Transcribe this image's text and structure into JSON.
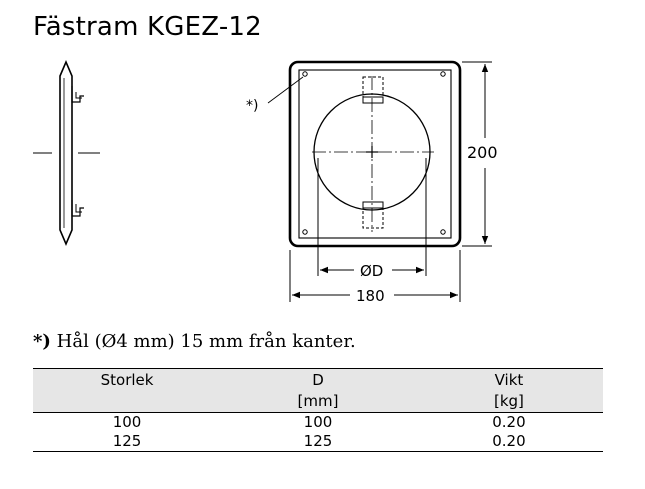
{
  "title": "Fästram KGEZ-12",
  "drawing": {
    "callout": "*)",
    "height_dim": "200",
    "width_dim": "180",
    "diameter_dim": "ØD"
  },
  "note": {
    "mark": "*)",
    "text": " Hål (Ø4 mm) 15 mm från kanter."
  },
  "table": {
    "headers": [
      {
        "label": "Storlek",
        "unit": ""
      },
      {
        "label": "D",
        "unit": "[mm]"
      },
      {
        "label": "Vikt",
        "unit": "[kg]"
      }
    ],
    "rows": [
      [
        "100",
        "100",
        "0.20"
      ],
      [
        "125",
        "125",
        "0.20"
      ]
    ]
  }
}
